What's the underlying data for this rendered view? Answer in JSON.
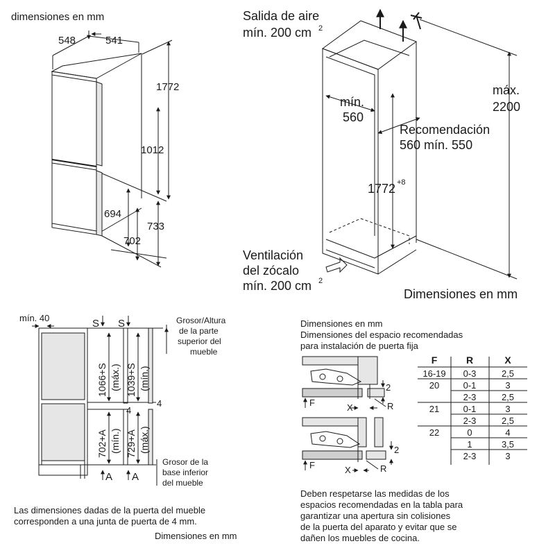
{
  "tl": {
    "title": "dimensiones en mm",
    "d548": "548",
    "d541": "541",
    "d1772": "1772",
    "d1012": "1012",
    "d694": "694",
    "d733": "733",
    "d702": "702"
  },
  "tr": {
    "air_line1": "Salida de aire",
    "air_line2": "mín. 200 cm",
    "air_sup": "2",
    "min_label": "mín.",
    "min_value": "560",
    "rec_line1": "Recomendación",
    "rec_line2": "560 mín. 550",
    "height_base": "1772",
    "height_sup": "+8",
    "max_label": "máx.",
    "max_value": "2200",
    "vent_line1": "Ventilación",
    "vent_line2": "del zócalo",
    "vent_line3": "mín. 200 cm",
    "vent_sup": "2",
    "units": "Dimensiones en mm"
  },
  "bl": {
    "min40": "mín. 40",
    "s1": "S",
    "s2": "S",
    "d1066": "1066+S",
    "d1066_sub": "(máx.)",
    "d1039": "1039+S",
    "d1039_sub": "(mín.)",
    "grosor_top": [
      "Grosor/Altura",
      "de la parte",
      "superior del",
      "mueble"
    ],
    "four1": "4",
    "four2": "4",
    "d702": "702+A",
    "d702_sub": "(mín.)",
    "d729": "729+A",
    "d729_sub": "(máx.)",
    "grosor_bottom": [
      "Grosor de la",
      "base inferior",
      "del mueble"
    ],
    "a1": "A",
    "a2": "A",
    "note_line1": "Las dimensiones dadas de la puerta del mueble",
    "note_line2": "corresponden a una junta de puerta de 4 mm.",
    "units": "Dimensiones en mm"
  },
  "br": {
    "head1": "Dimensiones en mm",
    "head2": "Dimensiones del espacio recomendadas",
    "head3": "para instalación de puerta fija",
    "label_f1": "F",
    "label_x1": "X",
    "label_r1": "R",
    "label_21": "2",
    "label_f2": "F",
    "label_x2": "X",
    "label_r2": "R",
    "label_22": "2",
    "table_headers": [
      "F",
      "R",
      "X"
    ],
    "table_rows": [
      [
        "16-19",
        "0-3",
        "2,5"
      ],
      [
        "20",
        "0-1",
        "3"
      ],
      [
        "",
        "2-3",
        "2,5"
      ],
      [
        "21",
        "0-1",
        "3"
      ],
      [
        "",
        "2-3",
        "2,5"
      ],
      [
        "22",
        "0",
        "4"
      ],
      [
        "",
        "1",
        "3,5"
      ],
      [
        "",
        "2-3",
        "3"
      ]
    ],
    "note": [
      "Deben respetarse las medidas de los",
      "espacios recomendadas en la tabla para",
      "garantizar una apertura sin colisiones",
      "de la puerta del aparato y evitar que se",
      "dañen los muebles de cocina."
    ]
  }
}
